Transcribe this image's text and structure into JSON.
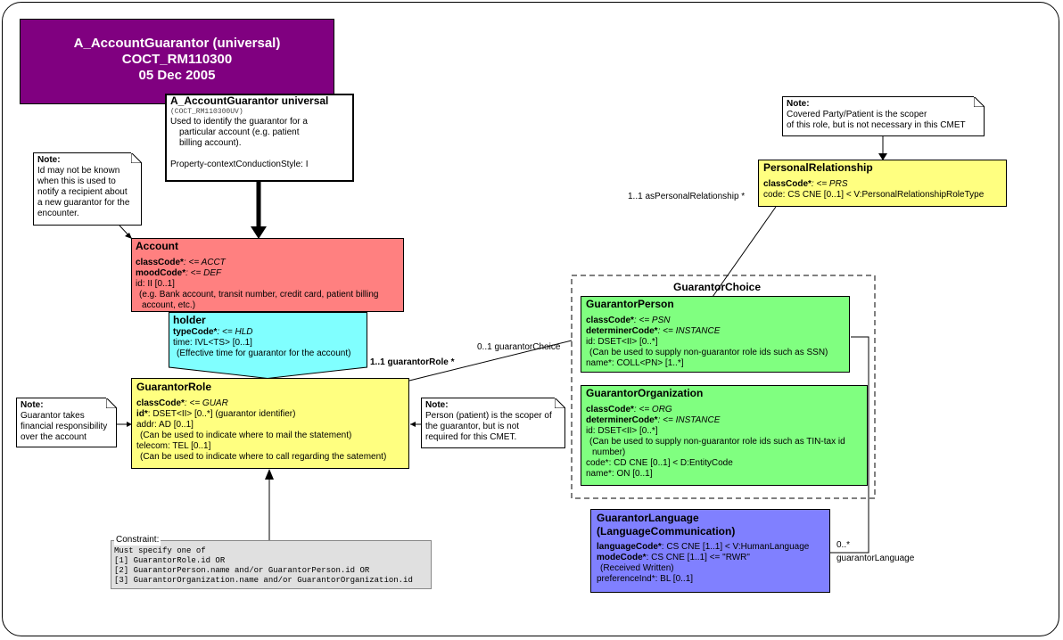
{
  "header": {
    "line1": "A_AccountGuarantor (universal)",
    "line2": "COCT_RM110300",
    "line3": "05 Dec 2005"
  },
  "entry": {
    "title": "A_AccountGuarantor universal",
    "code": "(COCT_RM110300UV)",
    "desc1": "Used to identify the guarantor for a",
    "desc2": "particular account (e.g. patient",
    "desc3": "billing account).",
    "style": "Property-contextConductionStyle: I"
  },
  "notes": {
    "account_note": [
      "Note:",
      "Id may not be known",
      "when this is used to",
      "notify a recipient about",
      "a new guarantor for the",
      "encounter."
    ],
    "guarantor_note": [
      "Note:",
      "Guarantor takes",
      "financial responsibility",
      "over the account"
    ],
    "scoper_note": [
      "Note:",
      "Person (patient) is the scoper of",
      "the guarantor, but is not",
      "required for this CMET."
    ],
    "personal_note": [
      "Note:",
      "Covered Party/Patient is the scoper",
      "of this role, but is not necessary in this CMET"
    ]
  },
  "account": {
    "name": "Account",
    "classCode_label": "classCode*",
    "classCode_val": ": <= ACCT",
    "moodCode_label": "moodCode*",
    "moodCode_val": ": <= DEF",
    "id": "id: II [0..1]",
    "desc1": "(e.g. Bank account, transit number, credit card, patient billing",
    "desc2": "account, etc.)"
  },
  "holder": {
    "name": "holder",
    "typeCode_label": "typeCode*",
    "typeCode_val": ": <= HLD",
    "time": "time: IVL<TS> [0..1]",
    "desc": "(Effective time for guarantor for the account)"
  },
  "guarantor_role": {
    "name": "GuarantorRole",
    "classCode_label": "classCode*",
    "classCode_val": ": <= GUAR",
    "id_label": "id*",
    "id_val": ": DSET<II> [0..*] (guarantor identifier)",
    "addr": "addr: AD [0..1]",
    "addr_desc": "(Can be used to indicate where to mail the statement)",
    "telecom": "telecom: TEL [0..1]",
    "telecom_desc": "(Can be used to indicate where to call regarding the satement)"
  },
  "constraint": {
    "label": "Constraint:",
    "lines": [
      "Must specify one of",
      "[1] GuarantorRole.id OR",
      "[2] GuarantorPerson.name and/or GuarantorPerson.id OR",
      "[3] GuarantorOrganization.name and/or GuarantorOrganization.id"
    ]
  },
  "choice": {
    "name": "GuarantorChoice"
  },
  "guarantor_person": {
    "name": "GuarantorPerson",
    "classCode_label": "classCode*",
    "classCode_val": ": <= PSN",
    "determinerCode_label": "determinerCode*",
    "determinerCode_val": ": <= INSTANCE",
    "id": "id: DSET<II> [0..*]",
    "id_desc": "(Can be used to supply non-guarantor role ids such as SSN)",
    "name_attr_label": "name*",
    "name_attr_val": ": COLL<PN> [1..*]"
  },
  "guarantor_org": {
    "name": "GuarantorOrganization",
    "classCode_label": "classCode*",
    "classCode_val": ": <= ORG",
    "determinerCode_label": "determinerCode*",
    "determinerCode_val": ": <= INSTANCE",
    "id": "id: DSET<II> [0..*]",
    "id_desc1": "(Can be used to supply non-guarantor role ids such as TIN-tax id",
    "id_desc2": "number)",
    "code_label": "code*",
    "code_val": ": CD CNE [0..1] < D:EntityCode",
    "name_attr_label": "name*",
    "name_attr_val": ": ON [0..1]"
  },
  "personal_relationship": {
    "name": "PersonalRelationship",
    "classCode_label": "classCode*",
    "classCode_val": ": <= PRS",
    "code": "code: CS CNE [0..1] < V:PersonalRelationshipRoleType"
  },
  "guarantor_language": {
    "name1": "GuarantorLanguage",
    "name2": "(LanguageCommunication)",
    "languageCode_label": "languageCode*",
    "languageCode_val": ": CS CNE [1..1] < V:HumanLanguage",
    "modeCode_label": "modeCode*",
    "modeCode_val": ": CS CNE [1..1] <= \"RWR\"",
    "mode_desc": "(Received Written)",
    "preferenceInd": "preferenceInd*: BL [0..1]"
  },
  "labels": {
    "guarantor_role_assoc": "1..1 guarantorRole  *",
    "guarantor_choice_assoc": "0..1 guarantorChoice",
    "personal_assoc": "1..1 asPersonalRelationship  *",
    "lang_mult": "0..*",
    "lang_assoc": "guarantorLanguage"
  },
  "colors": {
    "title": "#800080",
    "account": "#ff8080",
    "holder": "#80ffff",
    "role": "#ffff80",
    "entity": "#80ff80",
    "language": "#8080ff",
    "constraint": "#e0e0e0"
  }
}
